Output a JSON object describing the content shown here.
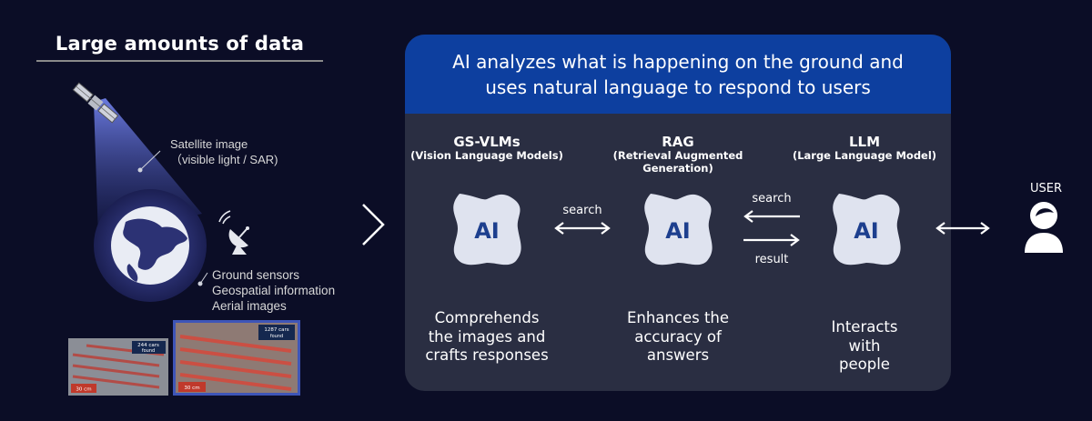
{
  "left": {
    "title": "Large amounts of data",
    "satellite_caption_1": "Satellite image",
    "satellite_caption_2": "（visible light / SAR)",
    "ground_caption": [
      "Ground sensors",
      "Geospatial information",
      "Aerial images"
    ],
    "thumb1_count": "244 cars",
    "thumb1_count2": "found",
    "thumb1_res": "30 cm",
    "thumb2_count": "1287 cars",
    "thumb2_count2": "found",
    "thumb2_res": "30 cm"
  },
  "panel": {
    "header_line1": "AI analyzes what is happening on the ground and",
    "header_line2": "uses natural language to respond to users",
    "columns": [
      {
        "title": "GS-VLMs",
        "sub1": "(Vision Language Models)",
        "sub2": "",
        "icon_label": "AI",
        "desc": [
          "Comprehends",
          "the images and",
          "crafts responses"
        ]
      },
      {
        "title": "RAG",
        "sub1": "(Retrieval Augmented",
        "sub2": "Generation)",
        "icon_label": "AI",
        "desc": [
          "Enhances the",
          "accuracy of",
          "answers"
        ]
      },
      {
        "title": "LLM",
        "sub1": "(Large Language Model)",
        "sub2": "",
        "icon_label": "AI",
        "desc": [
          "Interacts",
          "with",
          "people"
        ]
      }
    ],
    "arrow1_label": "search",
    "arrow2_label_top": "search",
    "arrow2_label_bottom": "result"
  },
  "user": {
    "label": "USER"
  },
  "colors": {
    "header_blue": "#0d3f9f",
    "panel_bg": "#2a2e42",
    "ai_text": "#1d3f8e",
    "background": "#0b0d26"
  },
  "icons": [
    "satellite-icon",
    "globe-icon",
    "antenna-icon",
    "chevron-right-icon",
    "ai-blob-icon",
    "user-icon"
  ]
}
